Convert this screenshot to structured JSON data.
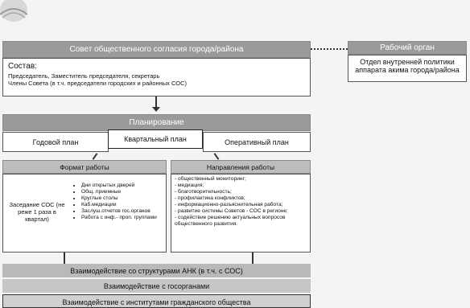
{
  "council": {
    "title": "Совет общественного согласия города/района",
    "composition_label": "Состав:",
    "composition_lines": [
      "Председатель, Заместитель председателя, секретарь",
      "Члены Совета (в т.ч. председатели городских и районных СОС)"
    ]
  },
  "working_body": {
    "title": "Рабочий орган",
    "text": "Отдел внутренней политики аппарата акима города/района"
  },
  "planning": {
    "title": "Планирование",
    "annual": "Годовой план",
    "quarterly": "Квартальный план",
    "operational": "Оперативный план"
  },
  "format": {
    "title": "Формат работы",
    "meeting": "Заседание СОС (не реже 1 раза в квартал)",
    "items": [
      "Дни открытых дверей",
      "Общ. приемные",
      "Круглые столы",
      "Каб.медиации",
      "Заслуш.отчетов гос.органов",
      "Работа с инф.- проп. группами"
    ]
  },
  "directions": {
    "title": "Направления работы",
    "items": [
      "- общественный мониторинг;",
      "- медиация;",
      "- благотворительность;",
      "- профилактика конфликтов;",
      "- информационно-разъяснительная работа;",
      "- развитие системы Советов - СОС в регионе;",
      "- содействие решению актуальных вопросов общественного развития."
    ]
  },
  "interactions": [
    "Взаимодействие со структурами АНК (в т.ч. с СОС)",
    "Взаимодействие с госорганами",
    "Взаимодействие с институтами гражданского общества"
  ]
}
